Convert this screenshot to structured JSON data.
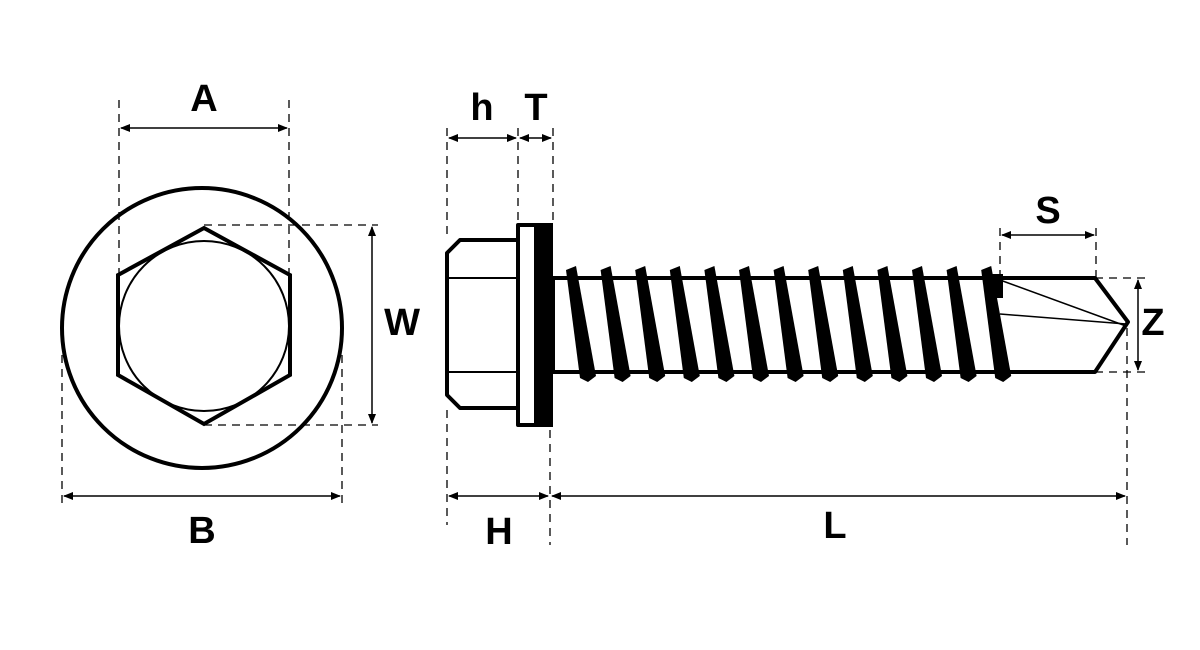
{
  "labels": {
    "A": "A",
    "B": "B",
    "W": "W",
    "h": "h",
    "T": "T",
    "H": "H",
    "L": "L",
    "S": "S",
    "Z": "Z"
  },
  "colors": {
    "stroke": "#000000",
    "background": "#ffffff"
  }
}
